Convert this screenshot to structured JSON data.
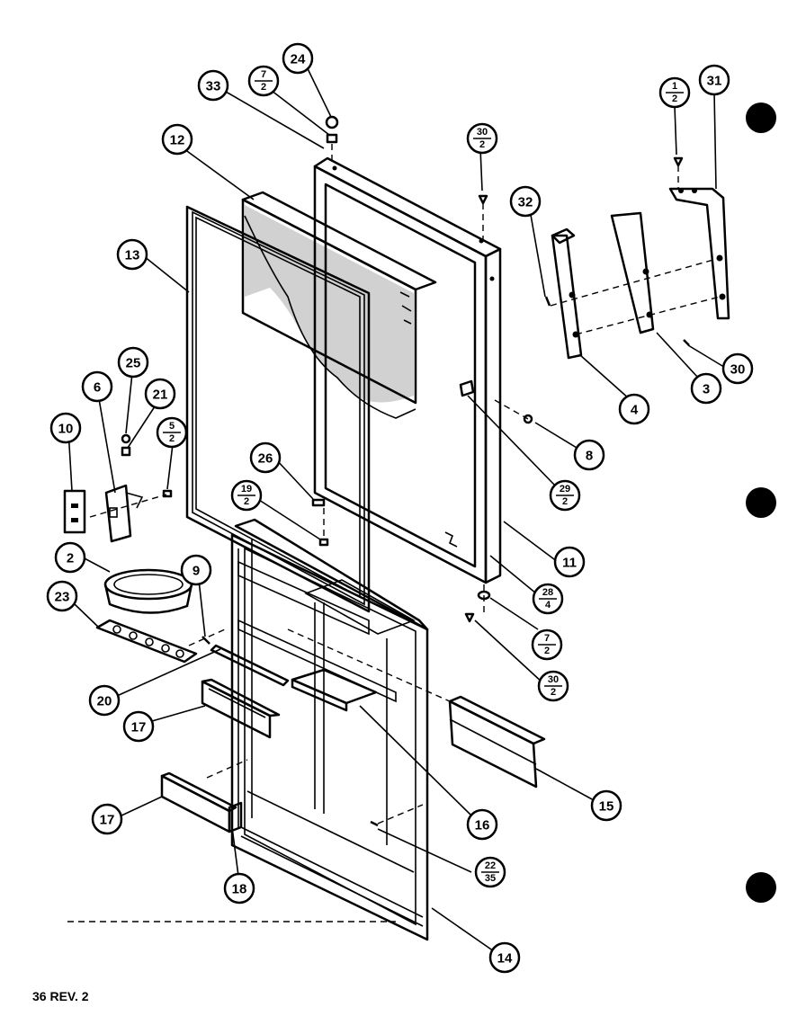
{
  "footer": {
    "text": "36 REV. 2"
  },
  "callouts": [
    {
      "id": "c1",
      "text": "1",
      "den": "2"
    },
    {
      "id": "c2",
      "text": "2"
    },
    {
      "id": "c3",
      "text": "3"
    },
    {
      "id": "c4",
      "text": "4"
    },
    {
      "id": "c5",
      "text": "5",
      "den": "2"
    },
    {
      "id": "c6",
      "text": "6"
    },
    {
      "id": "c7a",
      "text": "7",
      "den": "2"
    },
    {
      "id": "c7b",
      "text": "7",
      "den": "2"
    },
    {
      "id": "c8",
      "text": "8"
    },
    {
      "id": "c9",
      "text": "9"
    },
    {
      "id": "c10",
      "text": "10"
    },
    {
      "id": "c11",
      "text": "11"
    },
    {
      "id": "c12",
      "text": "12"
    },
    {
      "id": "c13",
      "text": "13"
    },
    {
      "id": "c14",
      "text": "14"
    },
    {
      "id": "c15",
      "text": "15"
    },
    {
      "id": "c16",
      "text": "16"
    },
    {
      "id": "c17a",
      "text": "17"
    },
    {
      "id": "c17b",
      "text": "17"
    },
    {
      "id": "c18",
      "text": "18"
    },
    {
      "id": "c19",
      "text": "19",
      "den": "2"
    },
    {
      "id": "c20",
      "text": "20"
    },
    {
      "id": "c21",
      "text": "21"
    },
    {
      "id": "c22",
      "text": "22",
      "den": "35"
    },
    {
      "id": "c23",
      "text": "23"
    },
    {
      "id": "c24",
      "text": "24"
    },
    {
      "id": "c25",
      "text": "25"
    },
    {
      "id": "c26",
      "text": "26"
    },
    {
      "id": "c28",
      "text": "28",
      "den": "4"
    },
    {
      "id": "c29",
      "text": "29",
      "den": "2"
    },
    {
      "id": "c30a",
      "text": "30"
    },
    {
      "id": "c30b",
      "text": "30",
      "den": "2"
    },
    {
      "id": "c30c",
      "text": "30",
      "den": "2"
    },
    {
      "id": "c31",
      "text": "31"
    },
    {
      "id": "c32",
      "text": "32"
    },
    {
      "id": "c33",
      "text": "33"
    }
  ]
}
